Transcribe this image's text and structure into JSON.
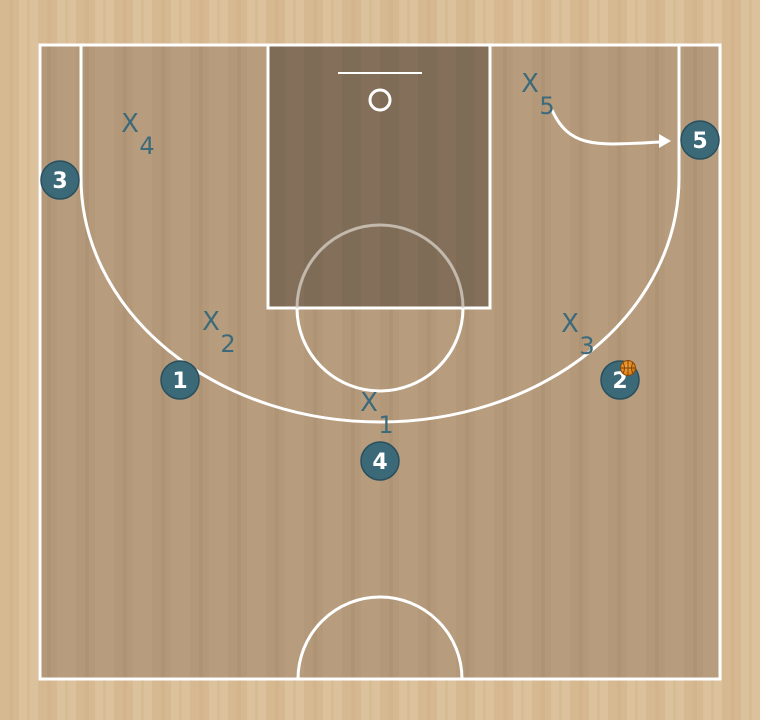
{
  "colors": {
    "wood_light": "#d8bc94",
    "wood_dark": "#c8a97f",
    "court_fill": "#b1977a",
    "paint_fill": "#7f6c56",
    "lines": "#ffffff",
    "player_fill": "#3b6978",
    "defender_text": "#3d6a7a",
    "ball": "#e08a1e"
  },
  "offense": [
    {
      "id": "player-1",
      "label": "1"
    },
    {
      "id": "player-2",
      "label": "2",
      "has_ball": true
    },
    {
      "id": "player-3",
      "label": "3"
    },
    {
      "id": "player-4",
      "label": "4"
    },
    {
      "id": "player-5",
      "label": "5"
    }
  ],
  "defense": [
    {
      "id": "defender-1",
      "letter": "X",
      "sub": "1"
    },
    {
      "id": "defender-2",
      "letter": "X",
      "sub": "2"
    },
    {
      "id": "defender-3",
      "letter": "X",
      "sub": "3"
    },
    {
      "id": "defender-4",
      "letter": "X",
      "sub": "4"
    },
    {
      "id": "defender-5",
      "letter": "X",
      "sub": "5"
    }
  ],
  "movements": [
    {
      "id": "x5-cut-arrow",
      "from": "defender-5",
      "to": "player-5",
      "type": "cut"
    }
  ]
}
